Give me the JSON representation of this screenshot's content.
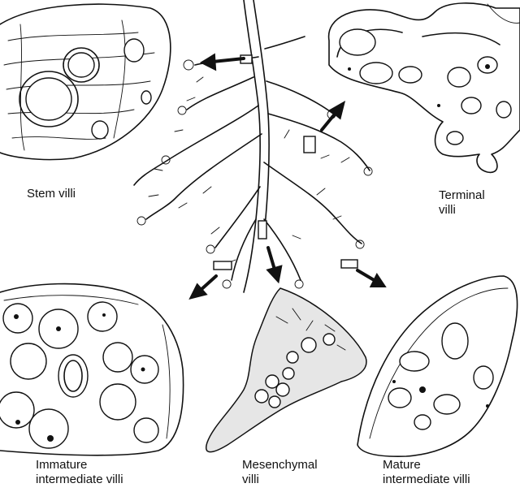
{
  "figure": {
    "labels": {
      "stem": [
        "Stem villi"
      ],
      "terminal": [
        "Terminal",
        "villi"
      ],
      "immature": [
        "Immature",
        "intermediate villi"
      ],
      "mesenchymal": [
        "Mesenchymal",
        "villi"
      ],
      "mature": [
        "Mature",
        "intermediate villi"
      ]
    }
  }
}
